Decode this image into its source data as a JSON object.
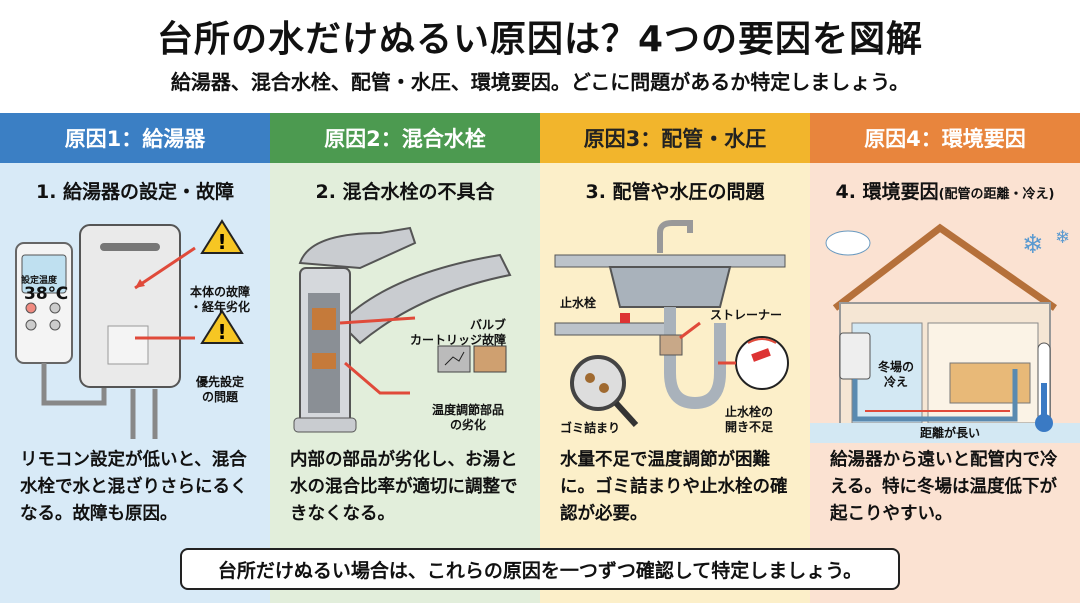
{
  "title": "台所の水だけぬるい原因は？4つの要因を図解",
  "subtitle": "給湯器、混合水栓、配管・水圧、環境要因。どこに問題があるか特定しましょう。",
  "colors": {
    "blue": "#3b7fc4",
    "green": "#4c9a50",
    "yellow": "#f2b52c",
    "orange": "#e8853d"
  },
  "columns": [
    {
      "header": "原因1：給湯器",
      "heading": "1. 給湯器の設定・故障",
      "body": "リモコン設定が低いと、混合水栓で水と混ざりさらにるくなる。故障も原因。",
      "labels": {
        "remote_title": "設定温度",
        "remote_temp": "38℃",
        "warn1": "本体の故障\n・経年劣化",
        "warn2": "優先設定\nの問題"
      }
    },
    {
      "header": "原因2：混合水栓",
      "heading": "2. 混合水栓の不具合",
      "body": "内部の部品が劣化し、お湯と水の混合比率が適切に調整できなくなる。",
      "labels": {
        "valve": "バルブ\nカートリッジ故障",
        "temp_part": "温度調節部品\nの劣化"
      }
    },
    {
      "header": "原因3：配管・水圧",
      "heading": "3. 配管や水圧の問題",
      "body": "水量不足で温度調節が困難に。ゴミ詰まりや止水栓の確認が必要。",
      "labels": {
        "stop_valve": "止水栓",
        "strainer": "ストレーナー",
        "clog": "ゴミ詰まり",
        "valve_open": "止水栓の\n開き不足"
      }
    },
    {
      "header": "原因4：環境要因",
      "heading": "4. 環境要因",
      "heading_note": "(配管の距離・冷え)",
      "body": "給湯器から遠いと配管内で冷える。特に冬場は温度低下が起こりやすい。",
      "labels": {
        "winter": "冬場の\n冷え",
        "distance": "距離が長い"
      }
    }
  ],
  "bottom_note": "台所だけぬるい場合は、これらの原因を一つずつ確認して特定しましょう。"
}
